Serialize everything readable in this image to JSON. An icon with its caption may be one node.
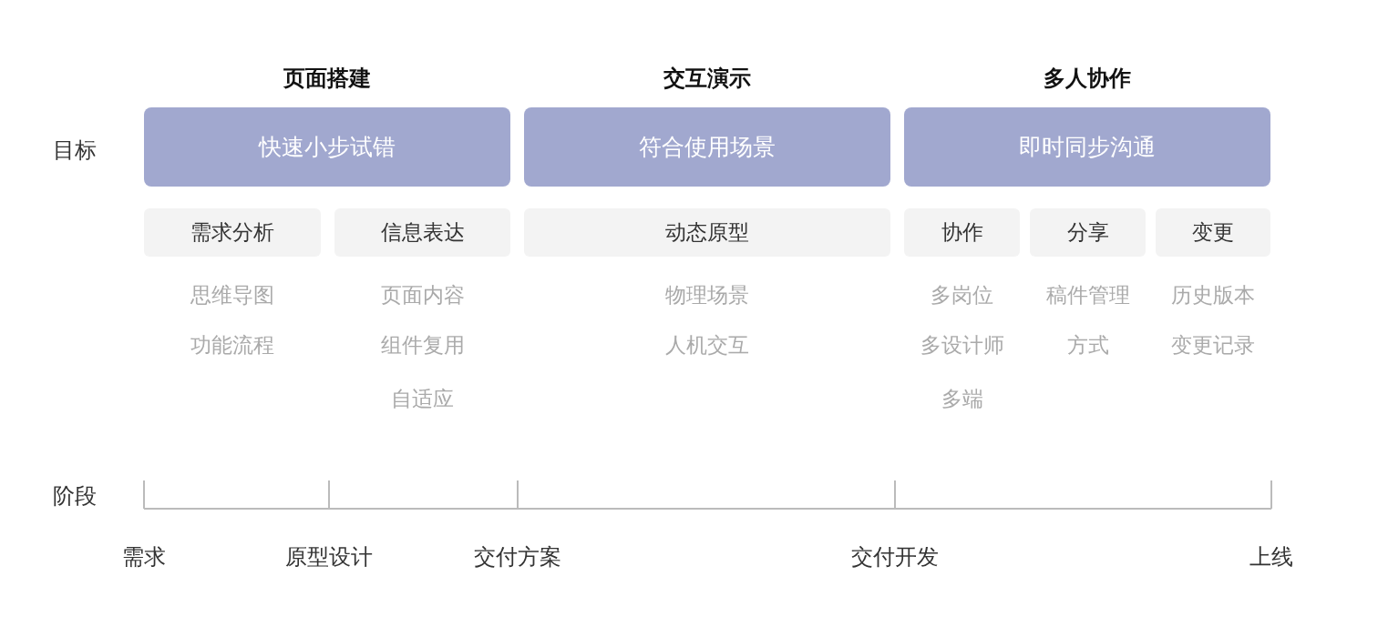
{
  "diagram": {
    "nodes": [
      {
        "text": [
          "页面搭建",
          "快速小步试错"
        ]
      },
      {
        "text": [
          "交互演示",
          "符合使用场景"
        ]
      },
      {
        "text": [
          "多人协作",
          "即时同步沟通"
        ]
      },
      {
        "text": [
          "需求分析"
        ],
        "beside": [
          "思维导图",
          "功能流程"
        ]
      },
      {
        "text": [
          "信息表达"
        ],
        "beside": [
          "页面内容",
          "组件复用",
          "自适应"
        ]
      },
      {
        "text": [
          "动态原型"
        ],
        "beside": [
          "物理场景",
          "人机交互"
        ]
      },
      {
        "text": [
          "协作"
        ],
        "beside": [
          "多岗位",
          "多设计师",
          "多端"
        ]
      },
      {
        "text": [
          "分享"
        ],
        "beside": [
          "稿件管理",
          "方式"
        ]
      },
      {
        "text": [
          "变更"
        ],
        "beside": [
          "历史版本",
          "变更记录"
        ]
      }
    ],
    "labels": [
      "目标",
      "阶段",
      "需求",
      "原型设计",
      "交付方案",
      "交付开发",
      "上线"
    ]
  }
}
